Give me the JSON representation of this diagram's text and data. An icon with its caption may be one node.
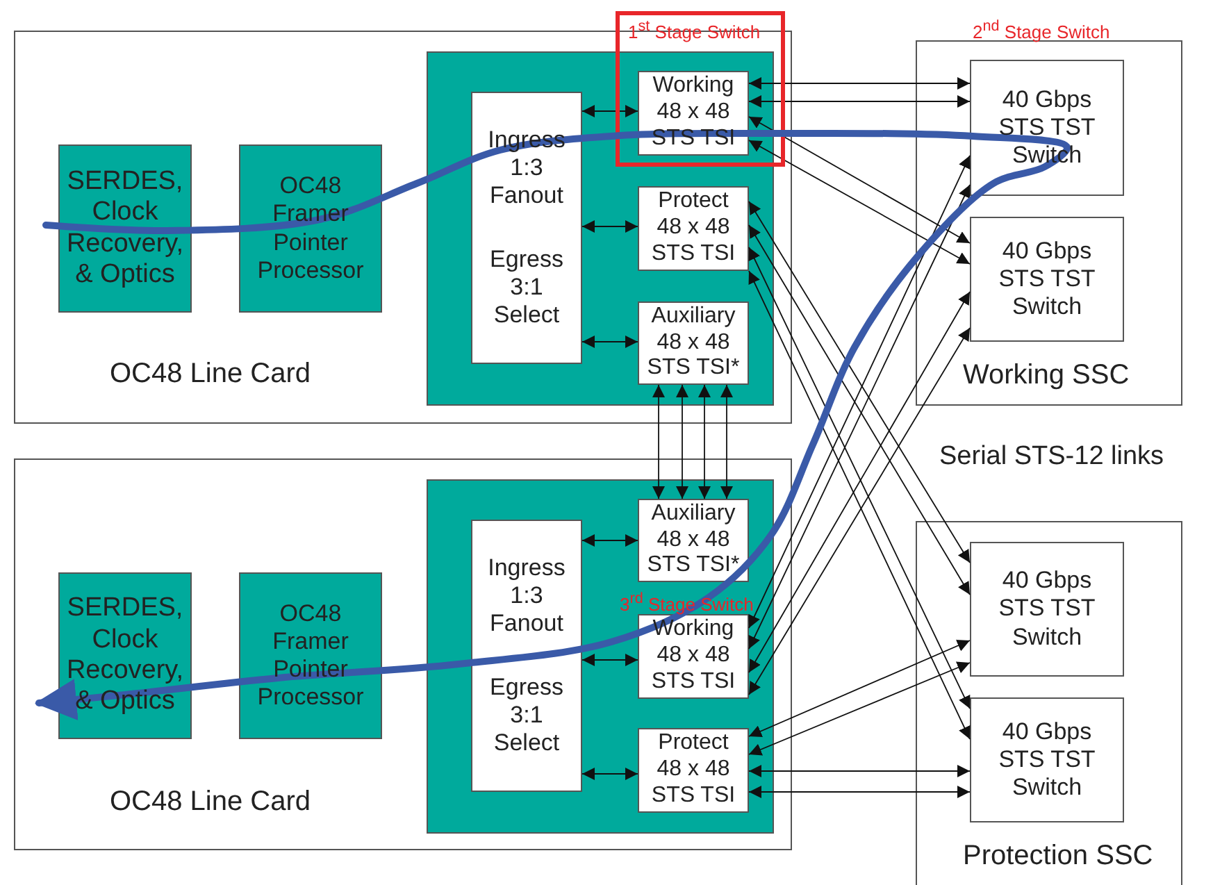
{
  "diagram": {
    "nodes": [
      {
        "text": [
          "OC48 Line Card"
        ]
      },
      {
        "text": [],
        "shape": "box",
        "in": 0
      },
      {
        "text": [
          "SERDES, Clock Recovery, & Optics"
        ],
        "in": 0
      },
      {
        "text": [
          "OC48 Framer Pointer Processor"
        ],
        "in": 0
      },
      {
        "text": [
          "Ingress 1:3 Fanout",
          "Egress 3:1 Select"
        ],
        "in": 1
      },
      {
        "text": [
          "Working 48 x 48 STS TSI"
        ],
        "in": 1
      },
      {
        "text": [
          "Protect 48 x 48 STS TSI"
        ],
        "in": 1
      },
      {
        "text": [
          "Auxiliary 48 x 48 STS TSI*"
        ],
        "in": 1
      },
      {
        "text": [
          "Working SSC"
        ]
      },
      {
        "text": [
          "40 Gbps STS TST Switch"
        ],
        "in": 8
      },
      {
        "text": [
          "40 Gbps STS TST Switch"
        ],
        "in": 8
      },
      {
        "text": [
          "OC48 Line Card"
        ]
      },
      {
        "text": [],
        "shape": "box",
        "in": 11
      },
      {
        "text": [
          "SERDES, Clock Recovery, & Optics"
        ],
        "in": 11
      },
      {
        "text": [
          "OC48 Framer Pointer Processor"
        ],
        "in": 11
      },
      {
        "text": [
          "Ingress 1:3 Fanout",
          "Egress 3:1 Select"
        ],
        "in": 12
      },
      {
        "text": [
          "Auxiliary 48 x 48 STS TSI*"
        ],
        "in": 12
      },
      {
        "text": [
          "Working 48 x 48 STS TSI"
        ],
        "in": 12
      },
      {
        "text": [
          "Protect 48 x 48 STS TSI"
        ],
        "in": 12
      },
      {
        "text": [
          "Protection SSC"
        ]
      },
      {
        "text": [
          "40 Gbps STS TST Switch"
        ],
        "in": 19
      },
      {
        "text": [
          "40 Gbps STS TST Switch"
        ],
        "in": 19
      }
    ],
    "edges": [
      {
        "from": 4,
        "to": 5,
        "arrow": "both"
      },
      {
        "from": 4,
        "to": 6,
        "arrow": "both"
      },
      {
        "from": 4,
        "to": 7,
        "arrow": "both"
      },
      {
        "from": 7,
        "to": 16,
        "arrow": "both"
      },
      {
        "from": 7,
        "to": 16,
        "arrow": "both"
      },
      {
        "from": 7,
        "to": 16,
        "arrow": "both"
      },
      {
        "from": 7,
        "to": 16,
        "arrow": "both"
      },
      {
        "from": 5,
        "to": 9,
        "arrow": "both"
      },
      {
        "from": 5,
        "to": 9,
        "arrow": "both"
      },
      {
        "from": 5,
        "to": 10,
        "arrow": "both"
      },
      {
        "from": 5,
        "to": 10,
        "arrow": "both"
      },
      {
        "from": 6,
        "to": 20,
        "arrow": "both"
      },
      {
        "from": 6,
        "to": 20,
        "arrow": "both"
      },
      {
        "from": 6,
        "to": 21,
        "arrow": "both"
      },
      {
        "from": 6,
        "to": 21,
        "arrow": "both"
      },
      {
        "from": 15,
        "to": 16,
        "arrow": "both"
      },
      {
        "from": 15,
        "to": 17,
        "arrow": "both"
      },
      {
        "from": 15,
        "to": 18,
        "arrow": "both"
      },
      {
        "from": 17,
        "to": 9,
        "arrow": "both"
      },
      {
        "from": 17,
        "to": 9,
        "arrow": "both"
      },
      {
        "from": 17,
        "to": 10,
        "arrow": "both"
      },
      {
        "from": 17,
        "to": 10,
        "arrow": "both"
      },
      {
        "from": 18,
        "to": 20,
        "arrow": "both"
      },
      {
        "from": 18,
        "to": 20,
        "arrow": "both"
      },
      {
        "from": 18,
        "to": 21,
        "arrow": "both"
      },
      {
        "from": 18,
        "to": 21,
        "arrow": "both"
      }
    ],
    "labels": [
      "1$^{st}$ Stage Switch",
      "2$^{nd}$ Stage Switch",
      "Serial STS-12 links",
      "3$^{rd}$ Stage Switch"
    ]
  }
}
